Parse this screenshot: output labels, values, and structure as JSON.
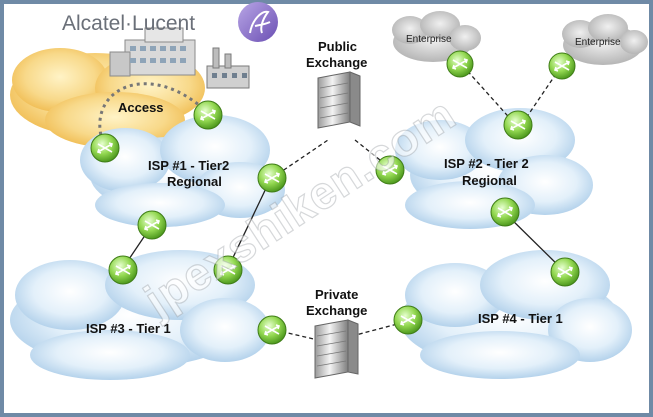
{
  "logo": {
    "brand": "Alcatel·Lucent",
    "icon": "alcatel-lucent-logo-icon"
  },
  "watermark": "jpexshiken.com",
  "labels": {
    "access": "Access",
    "isp1_line1": "ISP #1 - Tier2",
    "isp1_line2": "Regional",
    "isp2_line1": "ISP #2 - Tier 2",
    "isp2_line2": "Regional",
    "isp3": "ISP #3 - Tier 1",
    "isp4": "ISP #4 - Tier 1",
    "public_line1": "Public",
    "public_line2": "Exchange",
    "private_line1": "Private",
    "private_line2": "Exchange",
    "enterprise_left": "Enterprise",
    "enterprise_right": "Enterprise"
  },
  "colors": {
    "frame": "#6f8aa6",
    "cloud_blue": "#cfe4f5",
    "cloud_orange": "#f7d37a",
    "cloud_gray": "#c9c9c9",
    "router_green": "#8cd64a",
    "link": "#222222"
  }
}
